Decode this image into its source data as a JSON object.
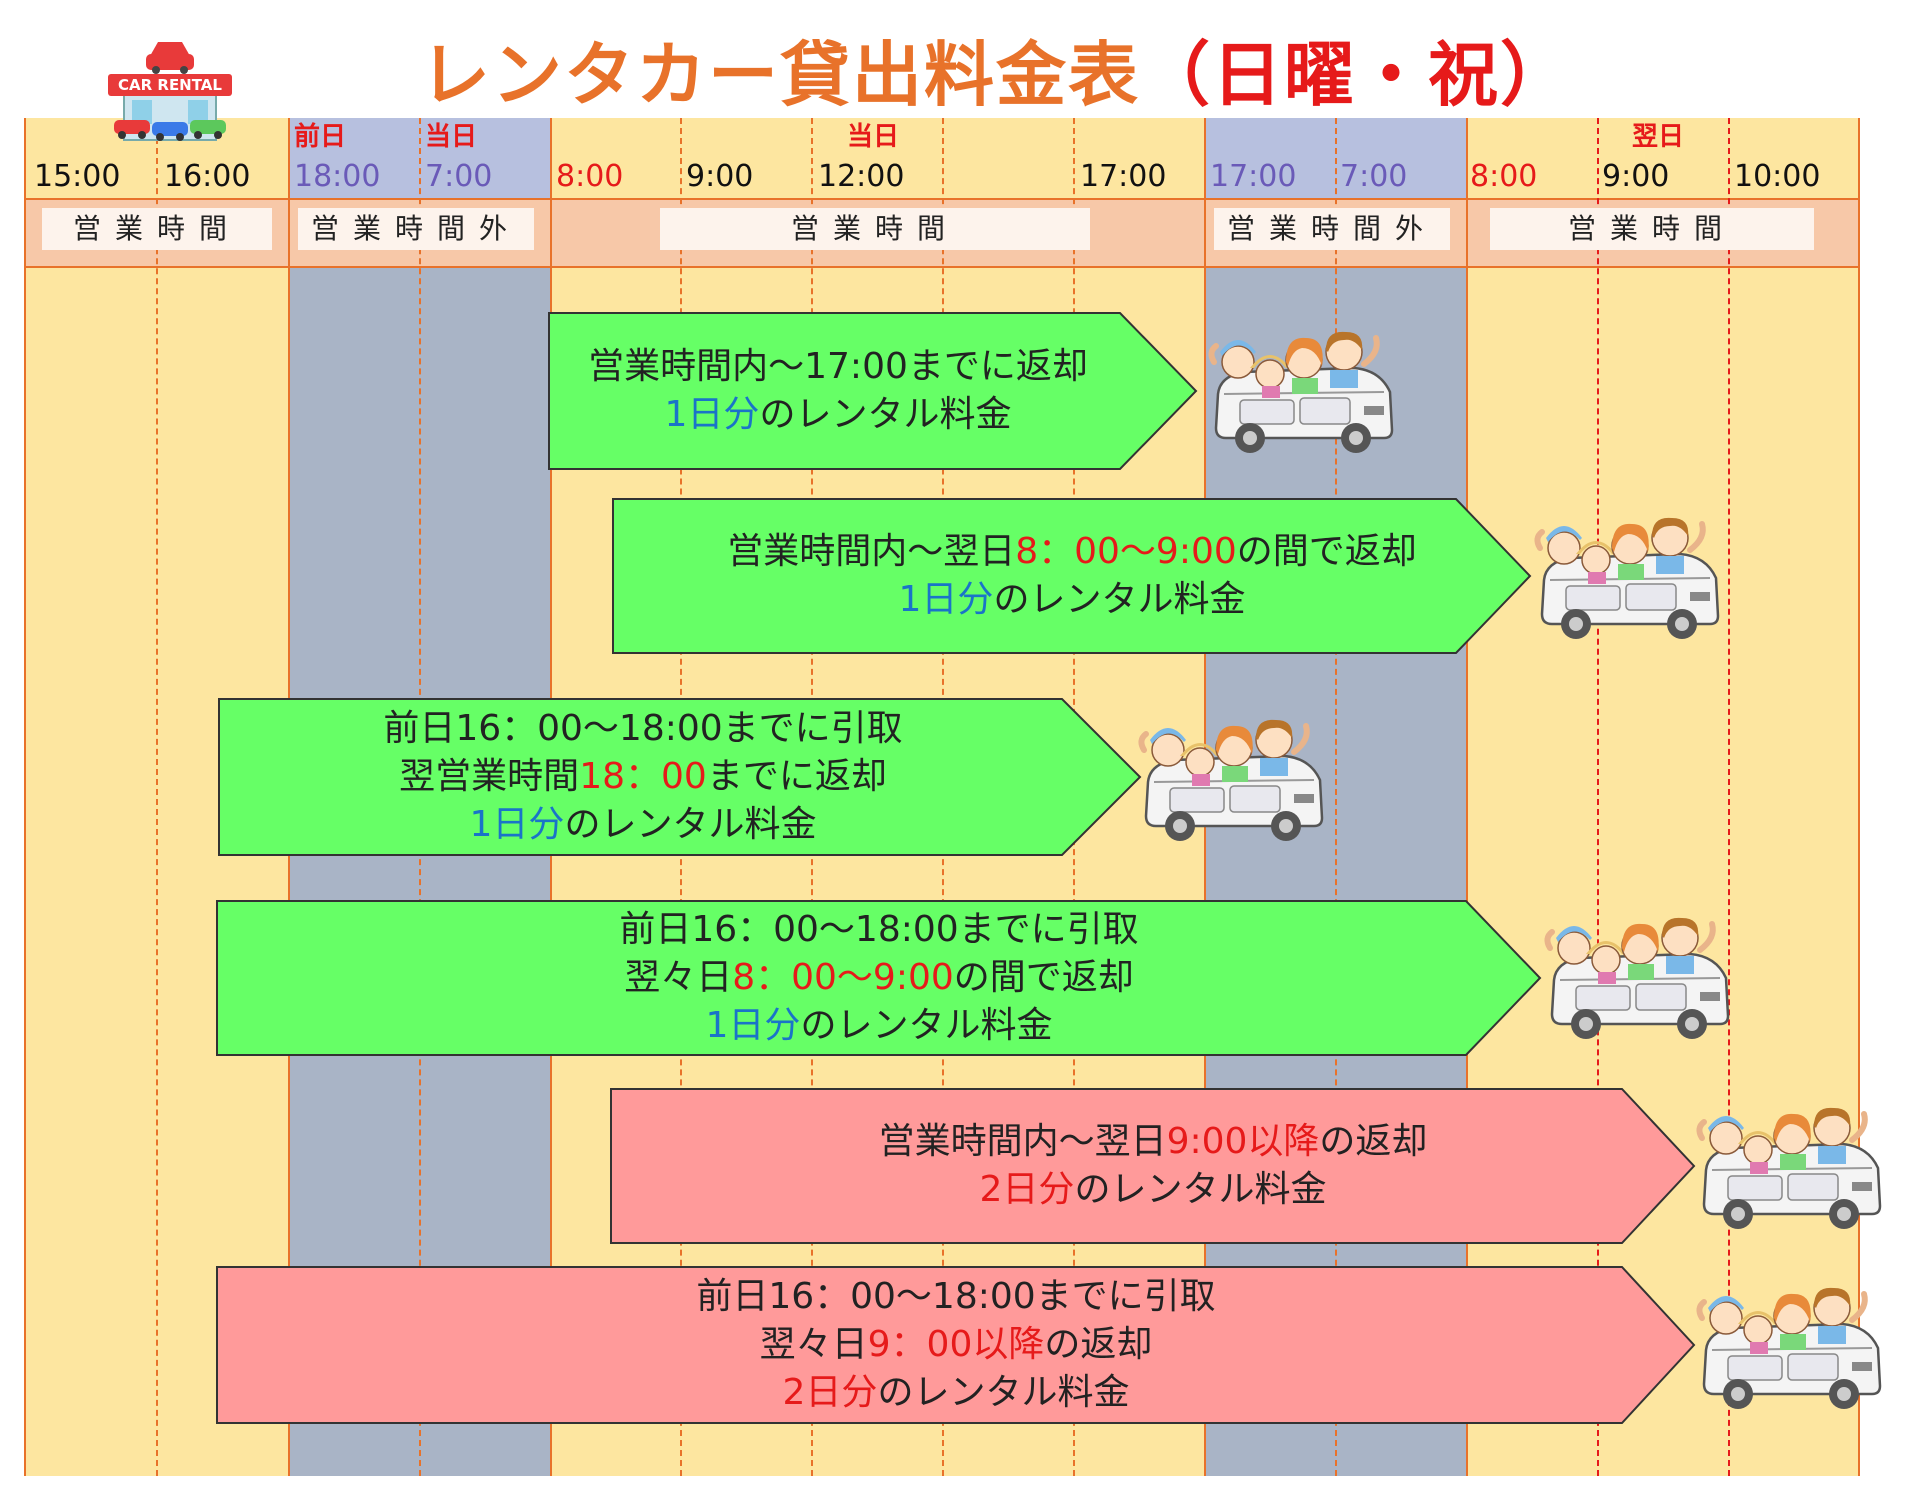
{
  "title": {
    "main": "レンタカー貸出料金表",
    "sub": "（日曜・祝）"
  },
  "logo": {
    "text": "CAR RENTAL"
  },
  "colors": {
    "business_column": "#fde6a0",
    "closed_column": "#a9b4c6",
    "closed_header": "#b7c0df",
    "header_band": "#f7c8a8",
    "accent": "#e8722a",
    "green_arrow": "#66ff66",
    "pink_arrow": "#ff9a9a"
  },
  "day_labels": [
    "前日",
    "当日",
    "当日",
    "翌日"
  ],
  "times": [
    "15:00",
    "16:00",
    "18:00",
    "7:00",
    "8:00",
    "9:00",
    "12:00",
    "17:00",
    "17:00",
    "7:00",
    "8:00",
    "9:00",
    "10:00"
  ],
  "hours_labels": [
    "営業時間",
    "営業時間外",
    "営業時間",
    "営業時間外",
    "営業時間"
  ],
  "arrows": [
    {
      "color": "green",
      "lines": [
        [
          {
            "t": "営業時間内～17:00までに返却",
            "c": ""
          }
        ],
        [
          {
            "t": "1日分",
            "c": "blue"
          },
          {
            "t": "のレンタル料金",
            "c": ""
          }
        ]
      ]
    },
    {
      "color": "green",
      "lines": [
        [
          {
            "t": "営業時間内～翌日",
            "c": ""
          },
          {
            "t": "8：00～9:00",
            "c": "red"
          },
          {
            "t": "の間で返却",
            "c": ""
          }
        ],
        [
          {
            "t": "1日分",
            "c": "blue"
          },
          {
            "t": "のレンタル料金",
            "c": ""
          }
        ]
      ]
    },
    {
      "color": "green",
      "lines": [
        [
          {
            "t": "前日16：00～18:00までに引取",
            "c": ""
          }
        ],
        [
          {
            "t": "翌営業時間",
            "c": ""
          },
          {
            "t": "18：00",
            "c": "red"
          },
          {
            "t": "までに返却",
            "c": ""
          }
        ],
        [
          {
            "t": "1日分",
            "c": "blue"
          },
          {
            "t": "のレンタル料金",
            "c": ""
          }
        ]
      ]
    },
    {
      "color": "green",
      "lines": [
        [
          {
            "t": "前日16：00～18:00までに引取",
            "c": ""
          }
        ],
        [
          {
            "t": "翌々日",
            "c": ""
          },
          {
            "t": "8：00～9:00",
            "c": "red"
          },
          {
            "t": "の間で返却",
            "c": ""
          }
        ],
        [
          {
            "t": "1日分",
            "c": "blue"
          },
          {
            "t": "のレンタル料金",
            "c": ""
          }
        ]
      ]
    },
    {
      "color": "pink",
      "lines": [
        [
          {
            "t": "営業時間内～翌日",
            "c": ""
          },
          {
            "t": "9:00以降",
            "c": "red"
          },
          {
            "t": "の返却",
            "c": ""
          }
        ],
        [
          {
            "t": "2日分",
            "c": "red"
          },
          {
            "t": "のレンタル料金",
            "c": ""
          }
        ]
      ]
    },
    {
      "color": "pink",
      "lines": [
        [
          {
            "t": "前日16：00～18:00までに引取",
            "c": ""
          }
        ],
        [
          {
            "t": "翌々日",
            "c": ""
          },
          {
            "t": "9：00以降",
            "c": "red"
          },
          {
            "t": "の返却",
            "c": ""
          }
        ],
        [
          {
            "t": "2日分",
            "c": "red"
          },
          {
            "t": "のレンタル料金",
            "c": ""
          }
        ]
      ]
    }
  ]
}
